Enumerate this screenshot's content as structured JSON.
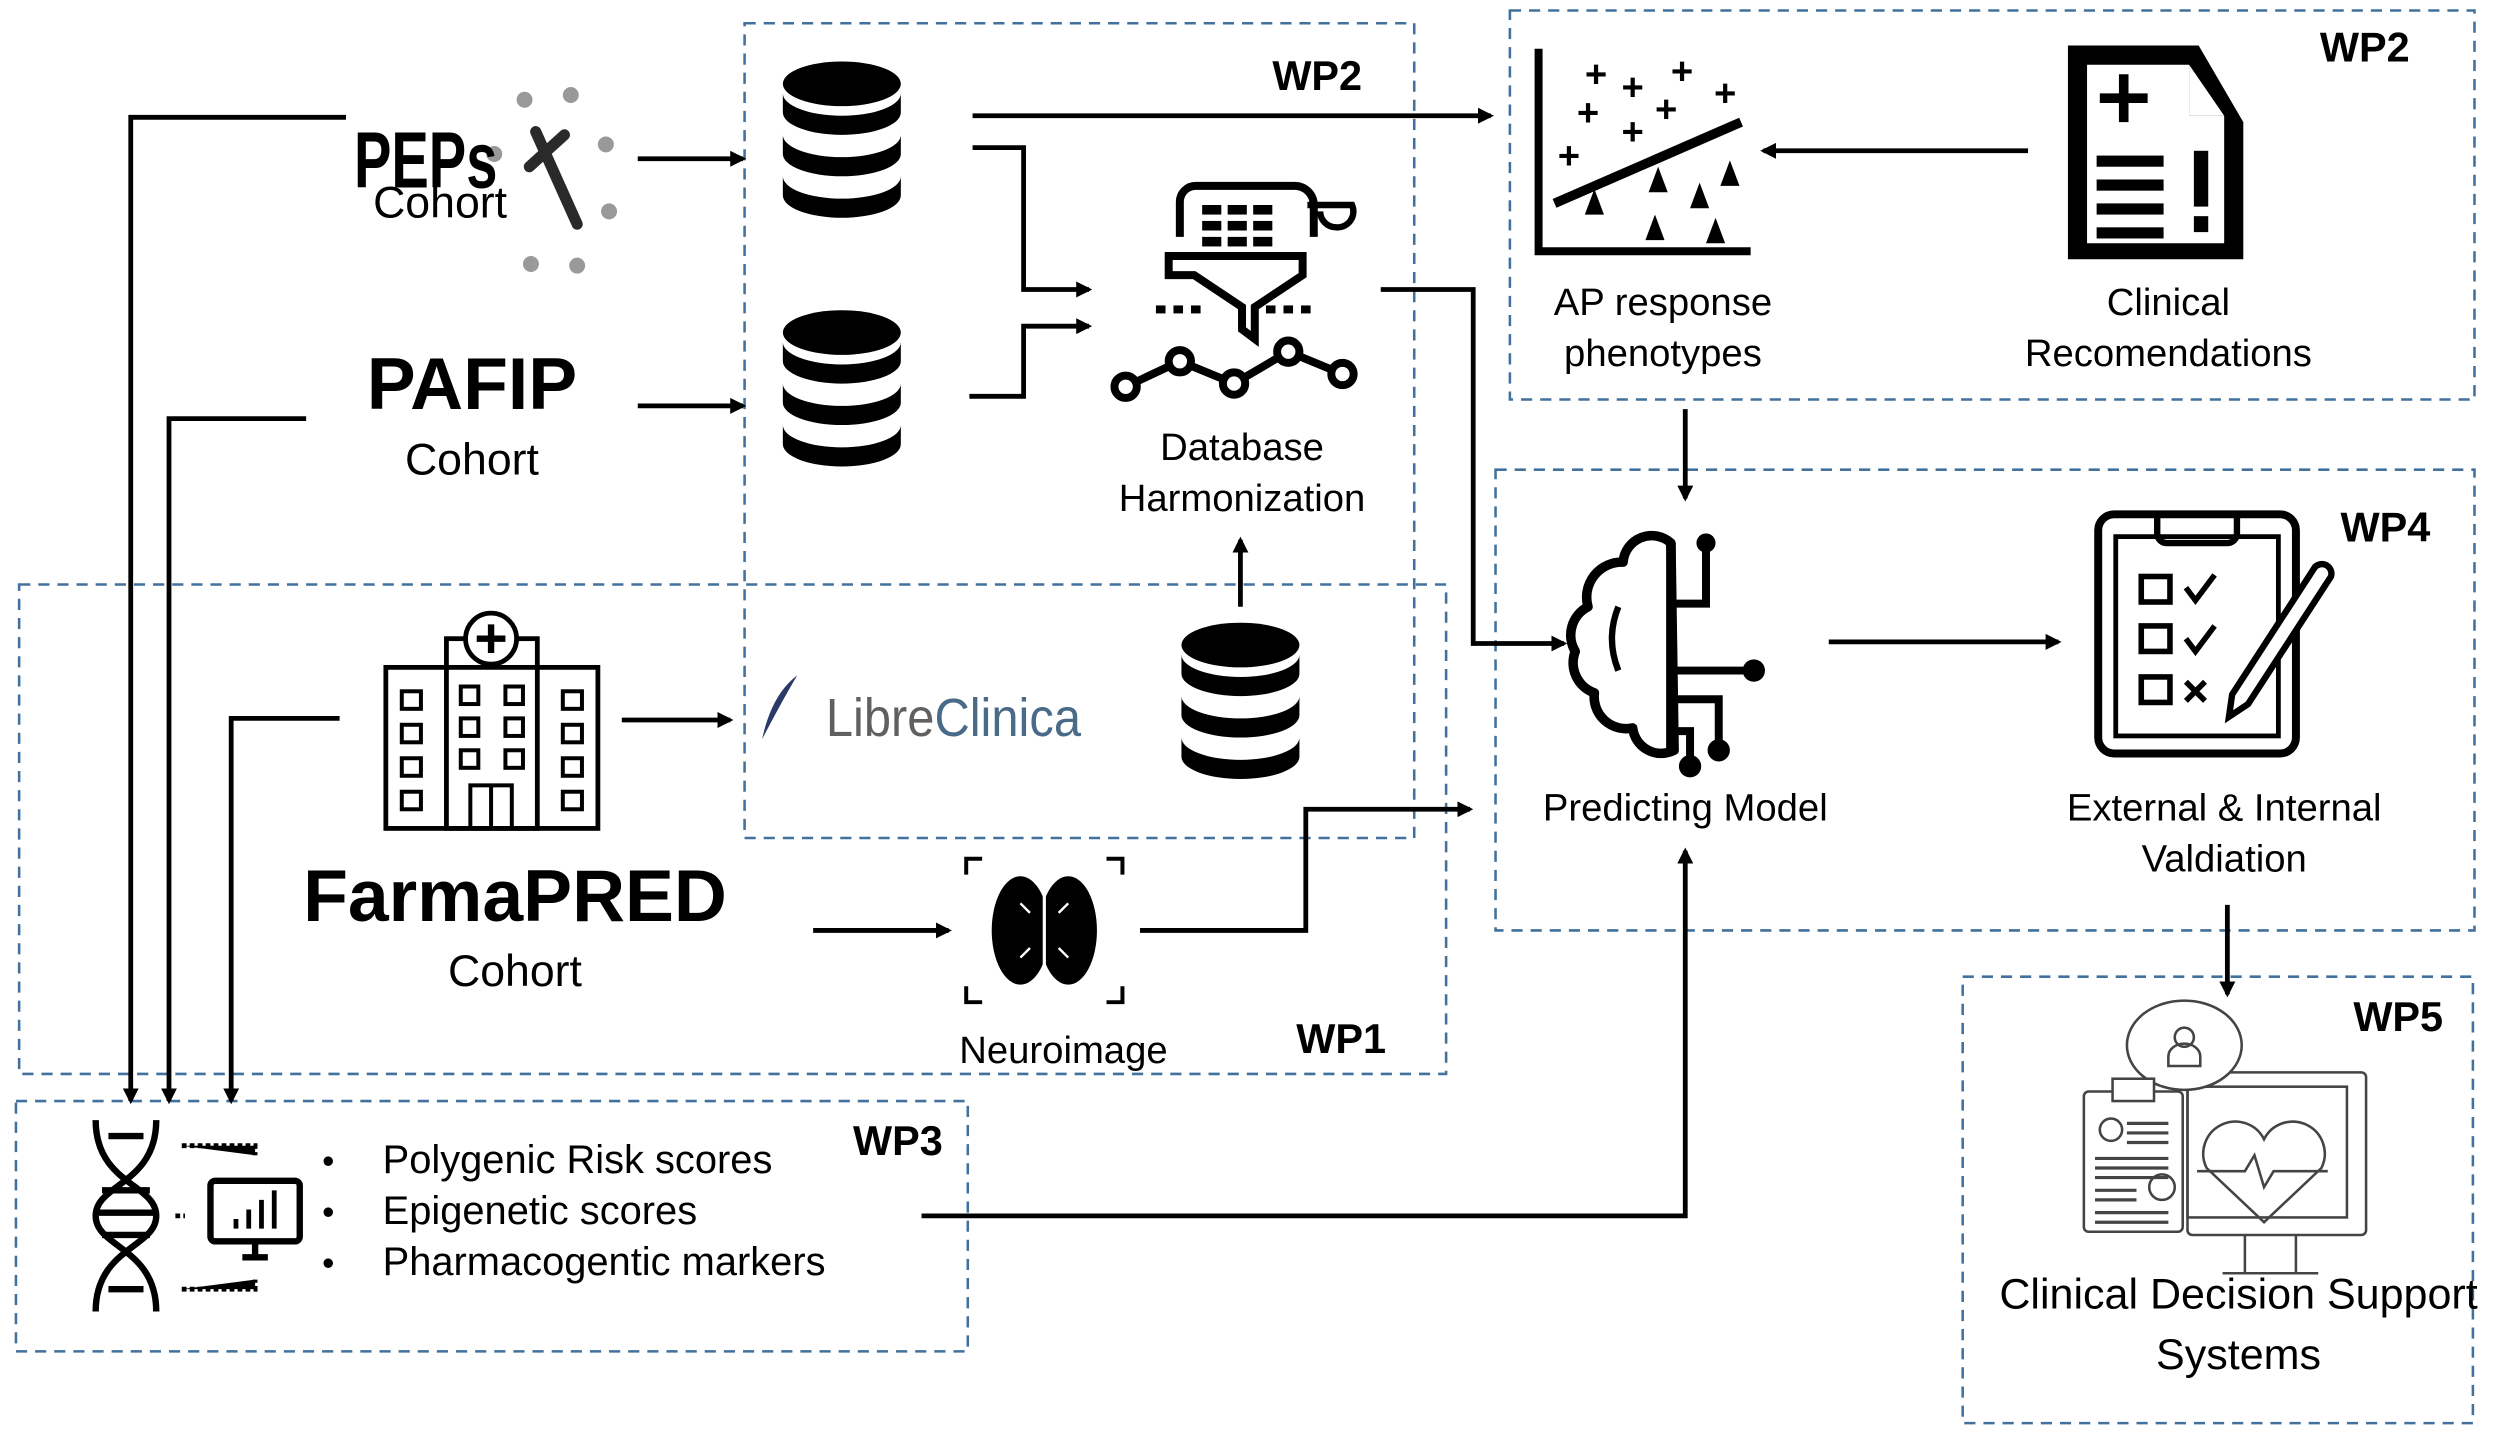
{
  "work_packages": {
    "wp1": "WP1",
    "wp2_data": "WP2",
    "wp2_phenotypes": "WP2",
    "wp3": "WP3",
    "wp4": "WP4",
    "wp5": "WP5"
  },
  "cohorts": {
    "peps": {
      "title": "PEPs",
      "subtitle": "Cohort"
    },
    "pafip": {
      "title": "PAFIP",
      "subtitle": "Cohort"
    },
    "farmapred": {
      "title": "FarmaPRED",
      "subtitle": "Cohort"
    }
  },
  "libreclinica": {
    "part1": "Libre",
    "part2": "Clinica"
  },
  "nodes": {
    "harmonization": [
      "Database",
      "Harmonization"
    ],
    "phenotypes": [
      "AP response",
      "phenotypes"
    ],
    "recommendations": [
      "Clinical",
      "Recomendations"
    ],
    "predicting_model": "Predicting Model",
    "validation": [
      "External & Internal",
      "Valdiation"
    ],
    "neuroimage": "Neuroimage",
    "cdss": [
      "Clinical Decision Support",
      "Systems"
    ]
  },
  "genomics": {
    "bullet": "•",
    "items": [
      "Polygenic Risk scores",
      "Epigenetic scores",
      "Pharmacogentic markers"
    ]
  },
  "colors": {
    "box_border": "#41719c",
    "libre_blue": "#4a6a8a",
    "libre_gray": "#606060"
  }
}
